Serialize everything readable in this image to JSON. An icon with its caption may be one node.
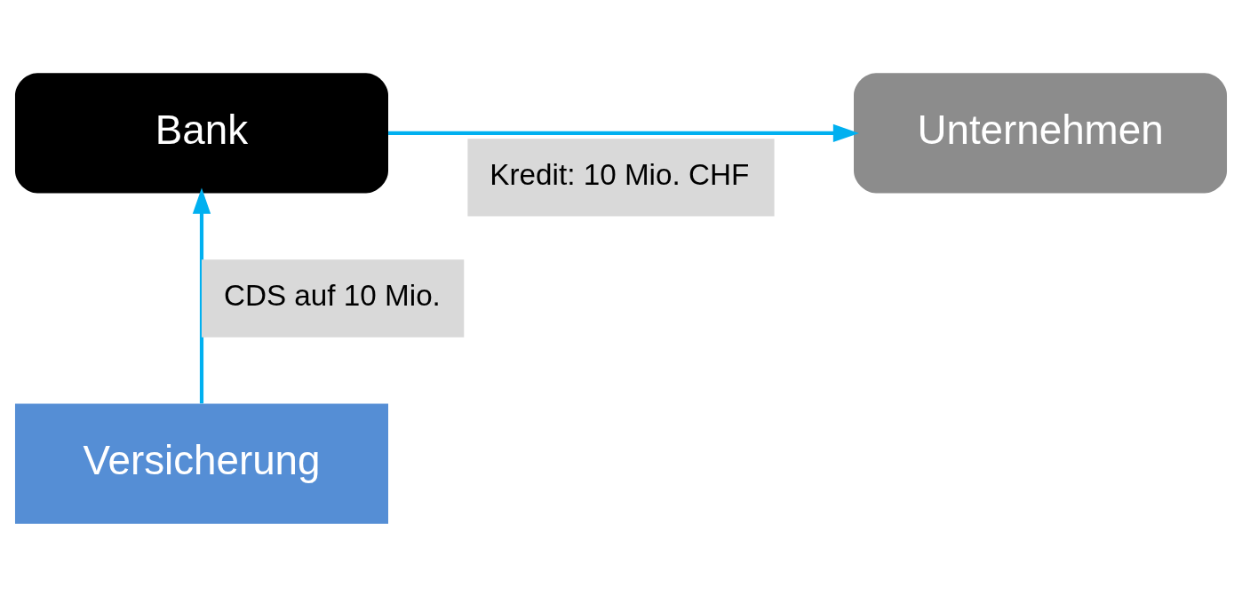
{
  "diagram": {
    "nodes": [
      {
        "text": [
          "Bank"
        ]
      },
      {
        "text": [
          "Unternehmen"
        ]
      },
      {
        "text": [
          "Versicherung"
        ]
      }
    ],
    "edges": [
      {
        "from": 0,
        "to": 1,
        "arrow": "to",
        "label": "Kredit: 10 Mio. CHF"
      },
      {
        "from": 2,
        "to": 0,
        "arrow": "to",
        "label": "CDS auf 10 Mio."
      }
    ]
  }
}
